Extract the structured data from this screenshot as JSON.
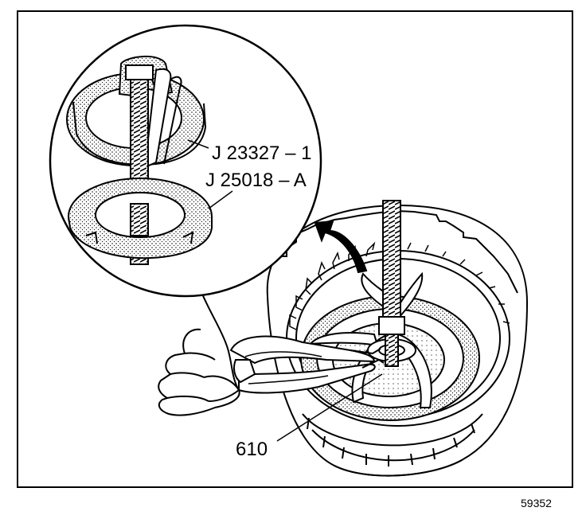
{
  "labels": {
    "tool_1": "J 23327 – 1",
    "tool_2": "J 25018 – A",
    "part": "610",
    "figure_number": "59352"
  }
}
